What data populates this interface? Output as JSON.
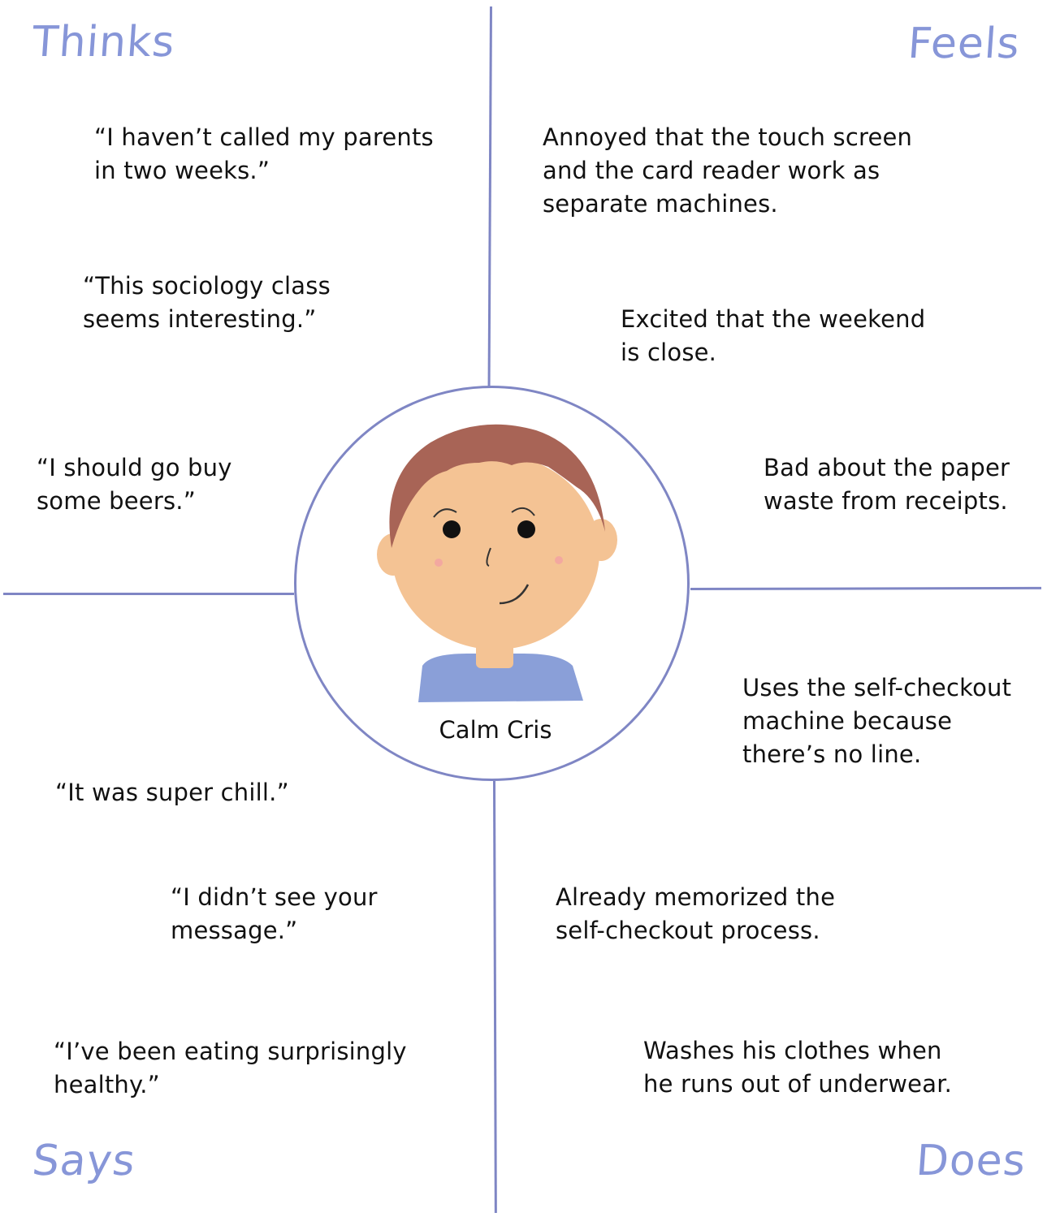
{
  "quadrants": {
    "thinks": {
      "title": "Thinks",
      "items": [
        "“I haven’t called my parents\nin two weeks.”",
        "“This sociology class\nseems interesting.”",
        "“I should go buy\nsome beers.”"
      ]
    },
    "feels": {
      "title": "Feels",
      "items": [
        "Annoyed that the touch screen\nand the card reader work as\nseparate machines.",
        "Excited that the weekend\nis close.",
        "Bad about the paper\nwaste from receipts."
      ]
    },
    "says": {
      "title": "Says",
      "items": [
        "“It was super chill.”",
        "“I didn’t see your\nmessage.”",
        "“I’ve been eating surprisingly\nhealthy.”"
      ]
    },
    "does": {
      "title": "Does",
      "items": [
        "Uses the self-checkout\nmachine because\nthere’s no line.",
        "Already memorized the\nself-checkout process.",
        "Washes his clothes when\nhe runs out of underwear."
      ]
    }
  },
  "persona": {
    "name": "Calm Cris",
    "icon": "persona-avatar-icon",
    "colors": {
      "hair": "#a86456",
      "skin": "#f4c394",
      "shirt": "#8a9fd8",
      "cheek": "#f3a8a0"
    }
  },
  "colors": {
    "accent": "#7f86c4",
    "label": "#8796d8",
    "text": "#111111"
  }
}
